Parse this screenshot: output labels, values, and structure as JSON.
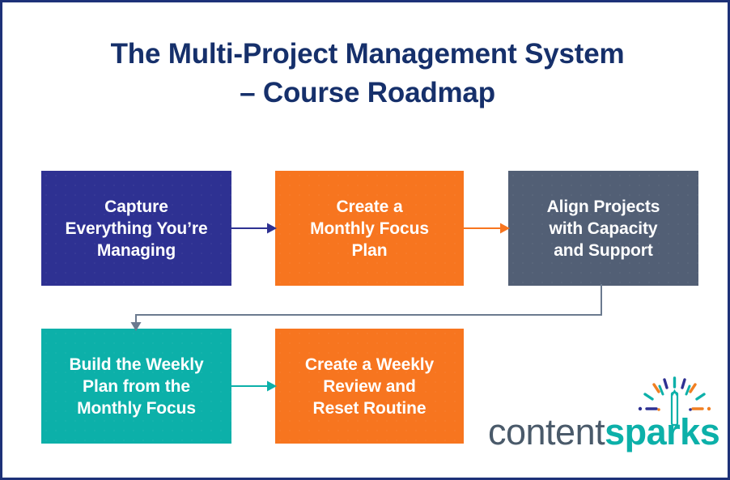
{
  "page": {
    "title_line_1": "The Multi-Project Management System",
    "title_line_2": "– Course Roadmap",
    "border_color": "#1d3178",
    "background_color": "#ffffff",
    "title_color": "#16306b"
  },
  "flow": {
    "nodes": [
      {
        "id": "capture-everything",
        "step": 1,
        "label": "Capture\nEverything You’re\nManaging",
        "color": "#2e3192",
        "text_color": "#ffffff"
      },
      {
        "id": "monthly-focus-plan",
        "step": 2,
        "label": "Create a\nMonthly Focus\nPlan",
        "color": "#f7751f",
        "text_color": "#ffffff"
      },
      {
        "id": "align-projects",
        "step": 3,
        "label": "Align Projects\nwith Capacity\nand Support",
        "color": "#525f75",
        "text_color": "#ffffff"
      },
      {
        "id": "build-weekly-plan",
        "step": 4,
        "label": "Build the Weekly\nPlan from the\nMonthly Focus",
        "color": "#0cb0a9",
        "text_color": "#ffffff"
      },
      {
        "id": "weekly-review-reset",
        "step": 5,
        "label": "Create a Weekly\nReview and\nReset Routine",
        "color": "#f7751f",
        "text_color": "#ffffff"
      }
    ],
    "connectors": [
      {
        "id": "capture-to-monthly",
        "from": "capture-everything",
        "to": "monthly-focus-plan",
        "kind": "arrow-right",
        "color": "#2e3192"
      },
      {
        "id": "monthly-to-align",
        "from": "monthly-focus-plan",
        "to": "align-projects",
        "kind": "arrow-right",
        "color": "#f7751f"
      },
      {
        "id": "align-to-build",
        "from": "align-projects",
        "to": "build-weekly-plan",
        "kind": "elbow-down-left",
        "color": "#6b7a8f"
      },
      {
        "id": "build-to-review",
        "from": "build-weekly-plan",
        "to": "weekly-review-reset",
        "kind": "arrow-right",
        "color": "#0cb0a9"
      }
    ]
  },
  "logo": {
    "word_part_1": "content",
    "word_part_2": "sparks",
    "word_part_1_color": "#4a5a6a",
    "word_part_2_color": "#0cb0a9",
    "burst_colors": [
      "#0cb0a9",
      "#f07f22",
      "#2e3192"
    ]
  }
}
